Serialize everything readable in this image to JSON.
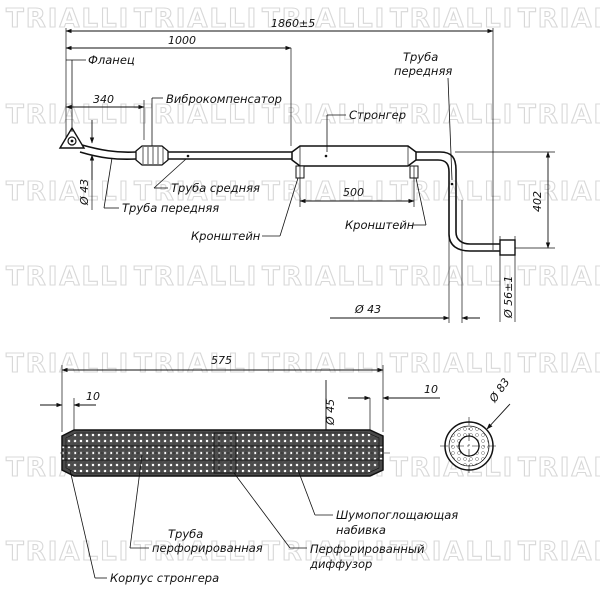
{
  "brand": {
    "watermark": "TRIALLI"
  },
  "top_view": {
    "dimensions": {
      "overall_length": "1860±5",
      "flange_to_mid": "1000",
      "compensator_pos": "340",
      "bracket_spacing": "500",
      "diameter_front": "Ø 43",
      "diameter_rear": "Ø 43",
      "rise": "402",
      "outlet_diameter": "Ø 56±1"
    },
    "labels": {
      "flange": "Фланец",
      "compensator": "Виброкомпенсатор",
      "front_pipe_right_1": "Труба",
      "front_pipe_right_2": "передняя",
      "stronger": "Стронгер",
      "middle_pipe": "Труба средняя",
      "front_pipe_left": "Труба передняя",
      "bracket_left": "Кронштейн",
      "bracket_right": "Кронштейн"
    }
  },
  "section_view": {
    "dimensions": {
      "length": "575",
      "end_left": "10",
      "end_right": "10",
      "inner_diameter": "Ø 45",
      "outer_diameter": "Ø 83"
    },
    "labels": {
      "absorbing_1": "Шумопоглощающая",
      "absorbing_2": "набивка",
      "perf_pipe_1": "Труба",
      "perf_pipe_2": "перфорированная",
      "perf_diffuser_1": "Перфорированный",
      "perf_diffuser_2": "диффузор",
      "housing": "Корпус стронгера"
    }
  },
  "colors": {
    "line": "#111111",
    "watermark": "#d8d8d8",
    "fill_dark": "#4a4a4a"
  }
}
